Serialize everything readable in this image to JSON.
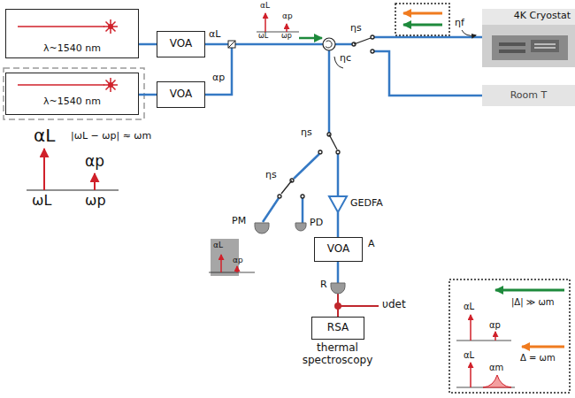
{
  "diagram": {
    "nodes": [
      {
        "text": [
          "λ~1540 nm"
        ]
      },
      {
        "text": [
          "VOA"
        ]
      },
      {
        "text": [
          "λ~1540 nm"
        ]
      },
      {
        "text": [
          "VOA"
        ]
      },
      {
        "text": [
          "4K Cryostat"
        ]
      },
      {
        "text": [
          "Room T"
        ]
      },
      {
        "text": [
          "VOA"
        ]
      },
      {
        "text": [
          "RSA",
          "thermal spectroscopy"
        ]
      }
    ],
    "edges": [
      {
        "from": 0,
        "to": 1,
        "arrow": "none"
      },
      {
        "from": 2,
        "to": 3,
        "arrow": "none"
      }
    ],
    "labels": [
      "αL",
      "αp",
      "αL",
      "αp",
      "ωL",
      "ωp",
      "ηs",
      "ηf",
      "ηc",
      "|ωL − ωp| ≈ ωm",
      "αL",
      "αp",
      "ωL",
      "ωp",
      "ηs",
      "ηs",
      "PM",
      "PD",
      "αL",
      "αp",
      "GEDFA",
      "A",
      "R",
      "υdet",
      "|Δ| ≫ ωm",
      "αL",
      "αp",
      "Δ = ωm",
      "αL",
      "αm"
    ]
  }
}
